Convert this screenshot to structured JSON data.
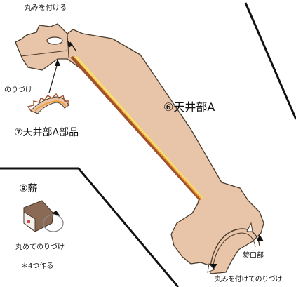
{
  "diagram": {
    "labels": {
      "round_top": "丸みを付ける",
      "glue_left": "のりづけ",
      "part_6": "⑥天井部A",
      "part_7": "⑦天井部A部品",
      "part_9": "⑨薪",
      "round_glue": "丸めてのりづけ",
      "make_four": "＊4つ作る",
      "fire_opening": "焚口部",
      "round_glue_bottom": "丸みを付けてのりづけ"
    },
    "colors": {
      "paper": "#e8c4a8",
      "paper_outline": "#4a3a2a",
      "seam_dark": "#a0522d",
      "seam_orange": "#f0a040",
      "seam_yellow": "#f8e070",
      "wood": "#8b6a55",
      "ink": "#111111"
    }
  }
}
